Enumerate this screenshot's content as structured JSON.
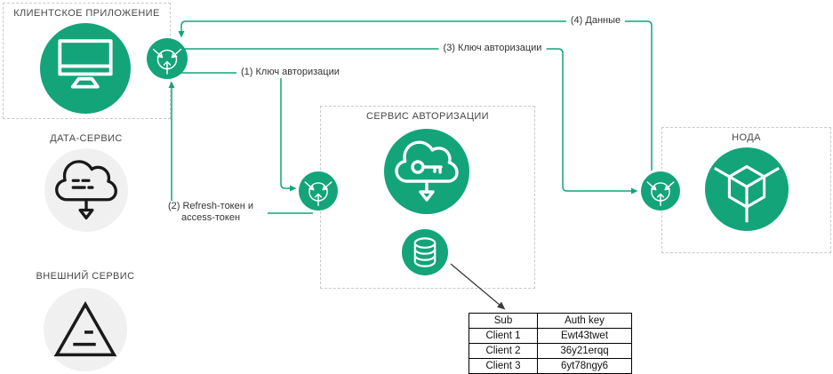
{
  "colors": {
    "accent_green": "#13a47a",
    "gray_circle_fill": "#f0f0f0",
    "dashed_border": "#c9c9c9",
    "dark_arrow": "#3b3b3b",
    "label_text": "#474747"
  },
  "groups": {
    "client_app": {
      "label": "КЛИЕНТСКОЕ ПРИЛОЖЕНИЕ"
    },
    "auth_service": {
      "label": "СЕРВИС АВТОРИЗАЦИИ"
    },
    "node": {
      "label": "НОДА"
    }
  },
  "services": {
    "data_service": {
      "label": "ДАТА-СЕРВИС"
    },
    "external_service": {
      "label": "ВНЕШНИЙ СЕРВИС"
    }
  },
  "icons": {
    "client_app": "monitor-icon",
    "gateway": "api-gateway-icon",
    "data_service": "cloud-data-icon",
    "auth_service": "cloud-key-icon",
    "auth_db": "database-icon",
    "node": "cube-icon",
    "external_service": "triangle-icon"
  },
  "arrows": {
    "a1": {
      "label": "(1) Ключ авторизации"
    },
    "a2": {
      "line1": "(2) Refresh-токен и",
      "line2": "access-токен"
    },
    "a3": {
      "label": "(3) Ключ авторизации"
    },
    "a4": {
      "label": "(4) Данные"
    }
  },
  "auth_table": {
    "headers": [
      "Sub",
      "Auth key"
    ],
    "rows": [
      [
        "Client 1",
        "Ewt43twet"
      ],
      [
        "Client 2",
        "36y21erqq"
      ],
      [
        "Client 3",
        "6yt78ngy6"
      ]
    ]
  }
}
